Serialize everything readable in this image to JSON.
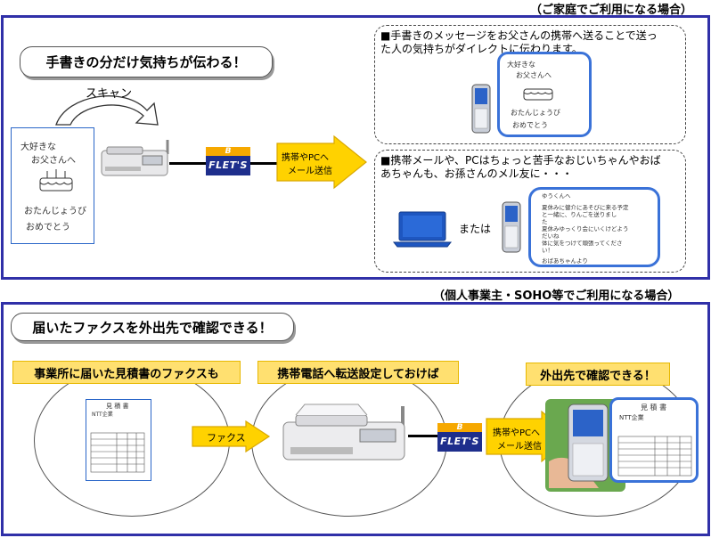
{
  "home": {
    "caption": "（ご家庭でご利用になる場合）",
    "title": "手書きの分だけ気持ちが伝わる！",
    "scan_label": "スキャン",
    "card_lines": [
      "大好きな",
      "お父さんへ",
      "おたんじょうび",
      "おめでとう"
    ],
    "flets_top": "B",
    "flets_bottom": "FLET'S",
    "arrow_label_1": "携帯やPCへ",
    "arrow_label_2": "メール送信",
    "box1_text": "■手書きのメッセージをお父さんの携帯へ送ることで送った人の気持ちがダイレクトに伝わります。",
    "phone_card_lines": [
      "大好きな",
      "お父さんへ",
      "おたんじょうび",
      "おめでとう"
    ],
    "box2_text": "■携帯メールや、PCはちょっと苦手なおじいちゃんやおばあちゃんも、お孫さんのメル友に・・・",
    "or_label": "または",
    "letter_lines": [
      "ゆうくんへ",
      "夏休みに健介にあそびに来る予定",
      "と一緒に、りんごを送りまし",
      "た",
      "夏休みゆっくり会にいくけどよう",
      "だいね",
      "体に気をつけて頑張ってくださ",
      "い！",
      "おばあちゃんより"
    ]
  },
  "business": {
    "caption": "（個人事業主・SOHO等でご利用になる場合）",
    "title": "届いたファクスを外出先で確認できる！",
    "step1_label": "事業所に届いた見積書のファクスも",
    "step2_label": "携帯電話へ転送設定しておけば",
    "step3_label": "外出先で確認できる！",
    "doc_title": "見 積 書",
    "doc_company": "NTT企業",
    "fax_arrow_label": "ファクス",
    "flets_top": "B",
    "flets_bottom": "FLET'S",
    "arrow_label_1": "携帯やPCへ",
    "arrow_label_2": "メール送信"
  },
  "colors": {
    "panel_border": "#3030a8",
    "arrow_yellow": "#ffd200",
    "bubble_blue": "#3a72d8",
    "label_yellow": "#ffe070"
  }
}
